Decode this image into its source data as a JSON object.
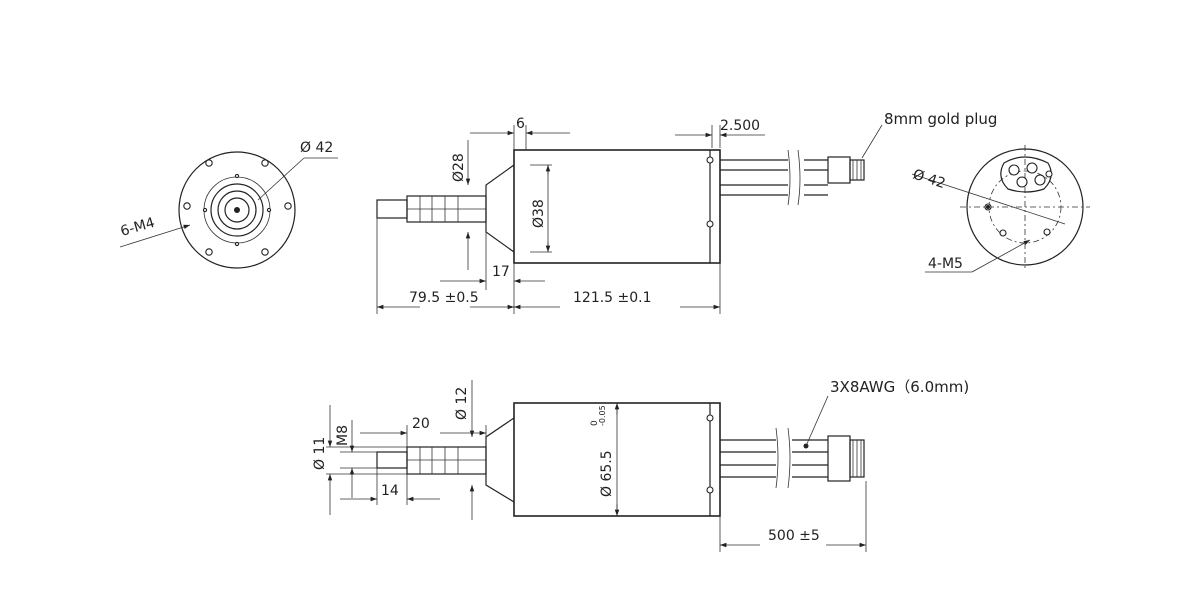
{
  "labels": {
    "front_diameter": "Ø 42",
    "front_holes": "6-M4",
    "shaft_dia_28": "Ø28",
    "flange_6": "6",
    "body_dia_38": "Ø38",
    "len_17": "17",
    "len_79_5": "79.5 ±0.5",
    "len_121_5": "121.5 ±0.1",
    "len_2_500": "2.500",
    "plug": "8mm gold plug",
    "rear_diameter": "Ø 42",
    "rear_holes": "4-M5",
    "dia_12": "Ø 12",
    "dia_11": "Ø 11",
    "thread_m8": "M8",
    "len_20": "20",
    "len_14": "14",
    "body_dia_65_5": "Ø 65.5",
    "tol_upper": "0",
    "tol_lower": "-0.05",
    "wire": "3X8AWG（6.0mm)",
    "len_500": "500 ±5"
  }
}
